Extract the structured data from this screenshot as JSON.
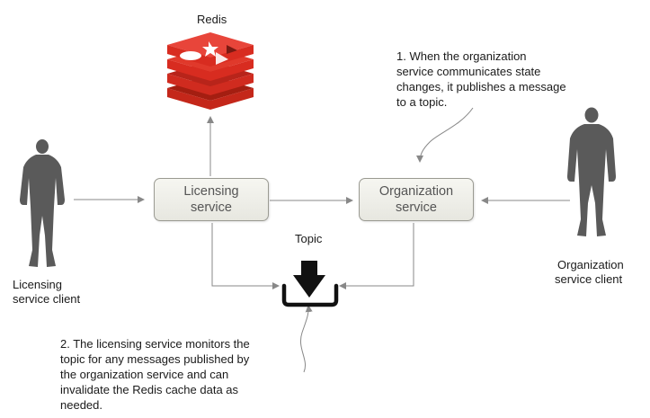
{
  "redis": {
    "label": "Redis",
    "icon": "redis-logo-icon"
  },
  "licensing_service": {
    "label": "Licensing\nservice"
  },
  "organization_service": {
    "label": "Organization\nservice"
  },
  "topic": {
    "label": "Topic",
    "icon": "topic-download-icon"
  },
  "licensing_client": {
    "label_line1": "Licensing",
    "label_line2": "service client",
    "icon": "person-icon"
  },
  "organization_client": {
    "label_line1": "Organization",
    "label_line2": "service client",
    "icon": "person-icon"
  },
  "note1": {
    "text": "1. When the organization\nservice communicates state\nchanges, it publishes a message\nto a topic."
  },
  "note2": {
    "text": "2. The licensing service monitors the\ntopic for any messages published by\nthe organization service and can\ninvalidate the Redis cache data as\nneeded."
  },
  "colors": {
    "redis_red": "#d82c20",
    "box_border": "#9a9a92",
    "person_gray": "#5a5a5a",
    "arrow_gray": "#888888"
  }
}
